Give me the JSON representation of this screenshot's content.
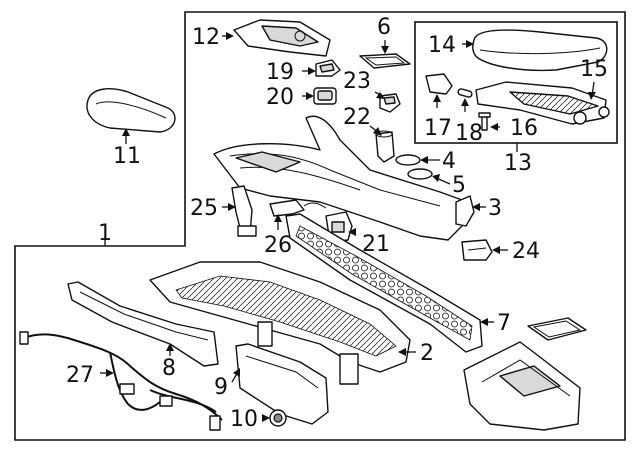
{
  "callouts": {
    "c1": "1",
    "c2": "2",
    "c3": "3",
    "c4": "4",
    "c5": "5",
    "c6": "6",
    "c7": "7",
    "c8": "8",
    "c9": "9",
    "c10": "10",
    "c11": "11",
    "c12": "12",
    "c13": "13",
    "c14": "14",
    "c15": "15",
    "c16": "16",
    "c17": "17",
    "c18": "18",
    "c19": "19",
    "c20": "20",
    "c21": "21",
    "c22": "22",
    "c23": "23",
    "c24": "24",
    "c25": "25",
    "c26": "26",
    "c27": "27"
  },
  "colors": {
    "line": "#111111",
    "shade": "#d9d9d9",
    "background": "#ffffff"
  }
}
